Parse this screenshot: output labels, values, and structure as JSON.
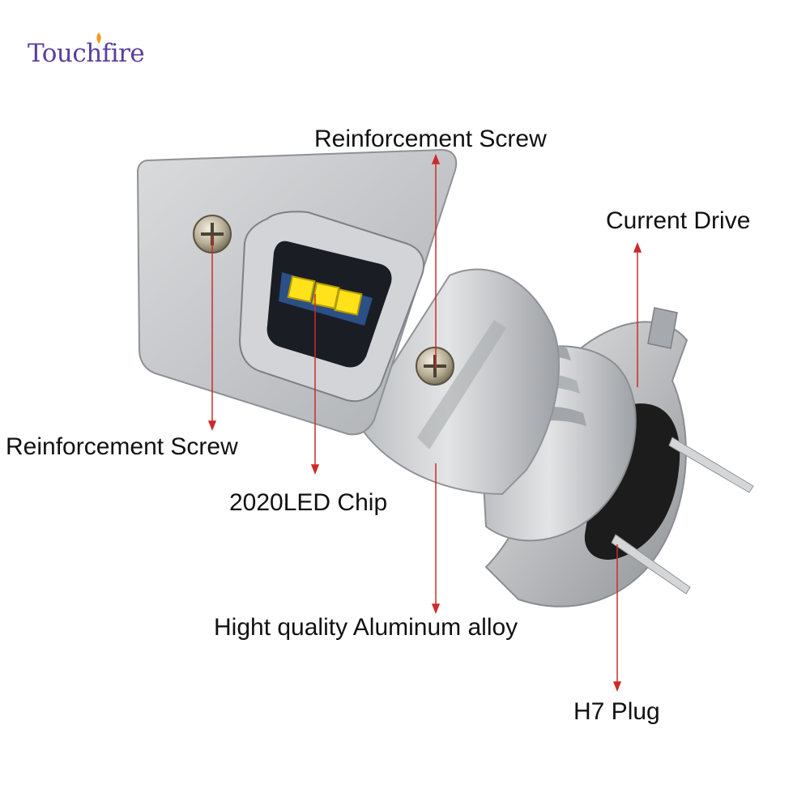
{
  "brand": {
    "logo_text": "Touchfire"
  },
  "colors": {
    "pointer": "#cc2b2b",
    "logo": "#5a3d9e",
    "led": "#ffe21a",
    "aluminum": "#c9cbcd"
  },
  "callouts": [
    {
      "id": "screw-top",
      "text": "Reinforcement Screw"
    },
    {
      "id": "current-drive",
      "text": "Current Drive"
    },
    {
      "id": "screw-left",
      "text": "Reinforcement Screw"
    },
    {
      "id": "led-chip",
      "text": "2020LED Chip"
    },
    {
      "id": "aluminum",
      "text": "Hight quality Aluminum alloy"
    },
    {
      "id": "plug",
      "text": "H7 Plug"
    }
  ]
}
